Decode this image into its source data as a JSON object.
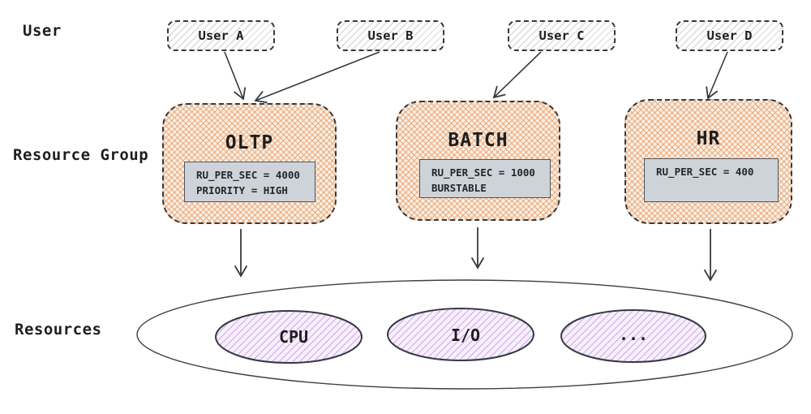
{
  "row_labels": {
    "user": "User",
    "resource_group": "Resource Group",
    "resources": "Resources"
  },
  "users": [
    {
      "label": "User A"
    },
    {
      "label": "User B"
    },
    {
      "label": "User C"
    },
    {
      "label": "User D"
    }
  ],
  "resource_groups": [
    {
      "name": "OLTP",
      "config_lines": [
        "RU_PER_SEC = 4000",
        "PRIORITY = HIGH"
      ]
    },
    {
      "name": "BATCH",
      "config_lines": [
        "RU_PER_SEC = 1000",
        "BURSTABLE"
      ]
    },
    {
      "name": "HR",
      "config_lines": [
        "RU_PER_SEC = 400"
      ]
    }
  ],
  "resources": [
    {
      "label": "CPU"
    },
    {
      "label": "I/O"
    },
    {
      "label": "..."
    }
  ],
  "colors": {
    "stroke_dark": "#343a40",
    "group_fill_base": "#fbf0e4",
    "group_hatch": "#e2915a",
    "config_bg": "#ced3da",
    "config_border": "#4f565e",
    "user_hatch": "#787882",
    "resource_fill_base": "#f8effc",
    "resource_hatch": "#b77ee0",
    "text": "#1e1e1e"
  }
}
